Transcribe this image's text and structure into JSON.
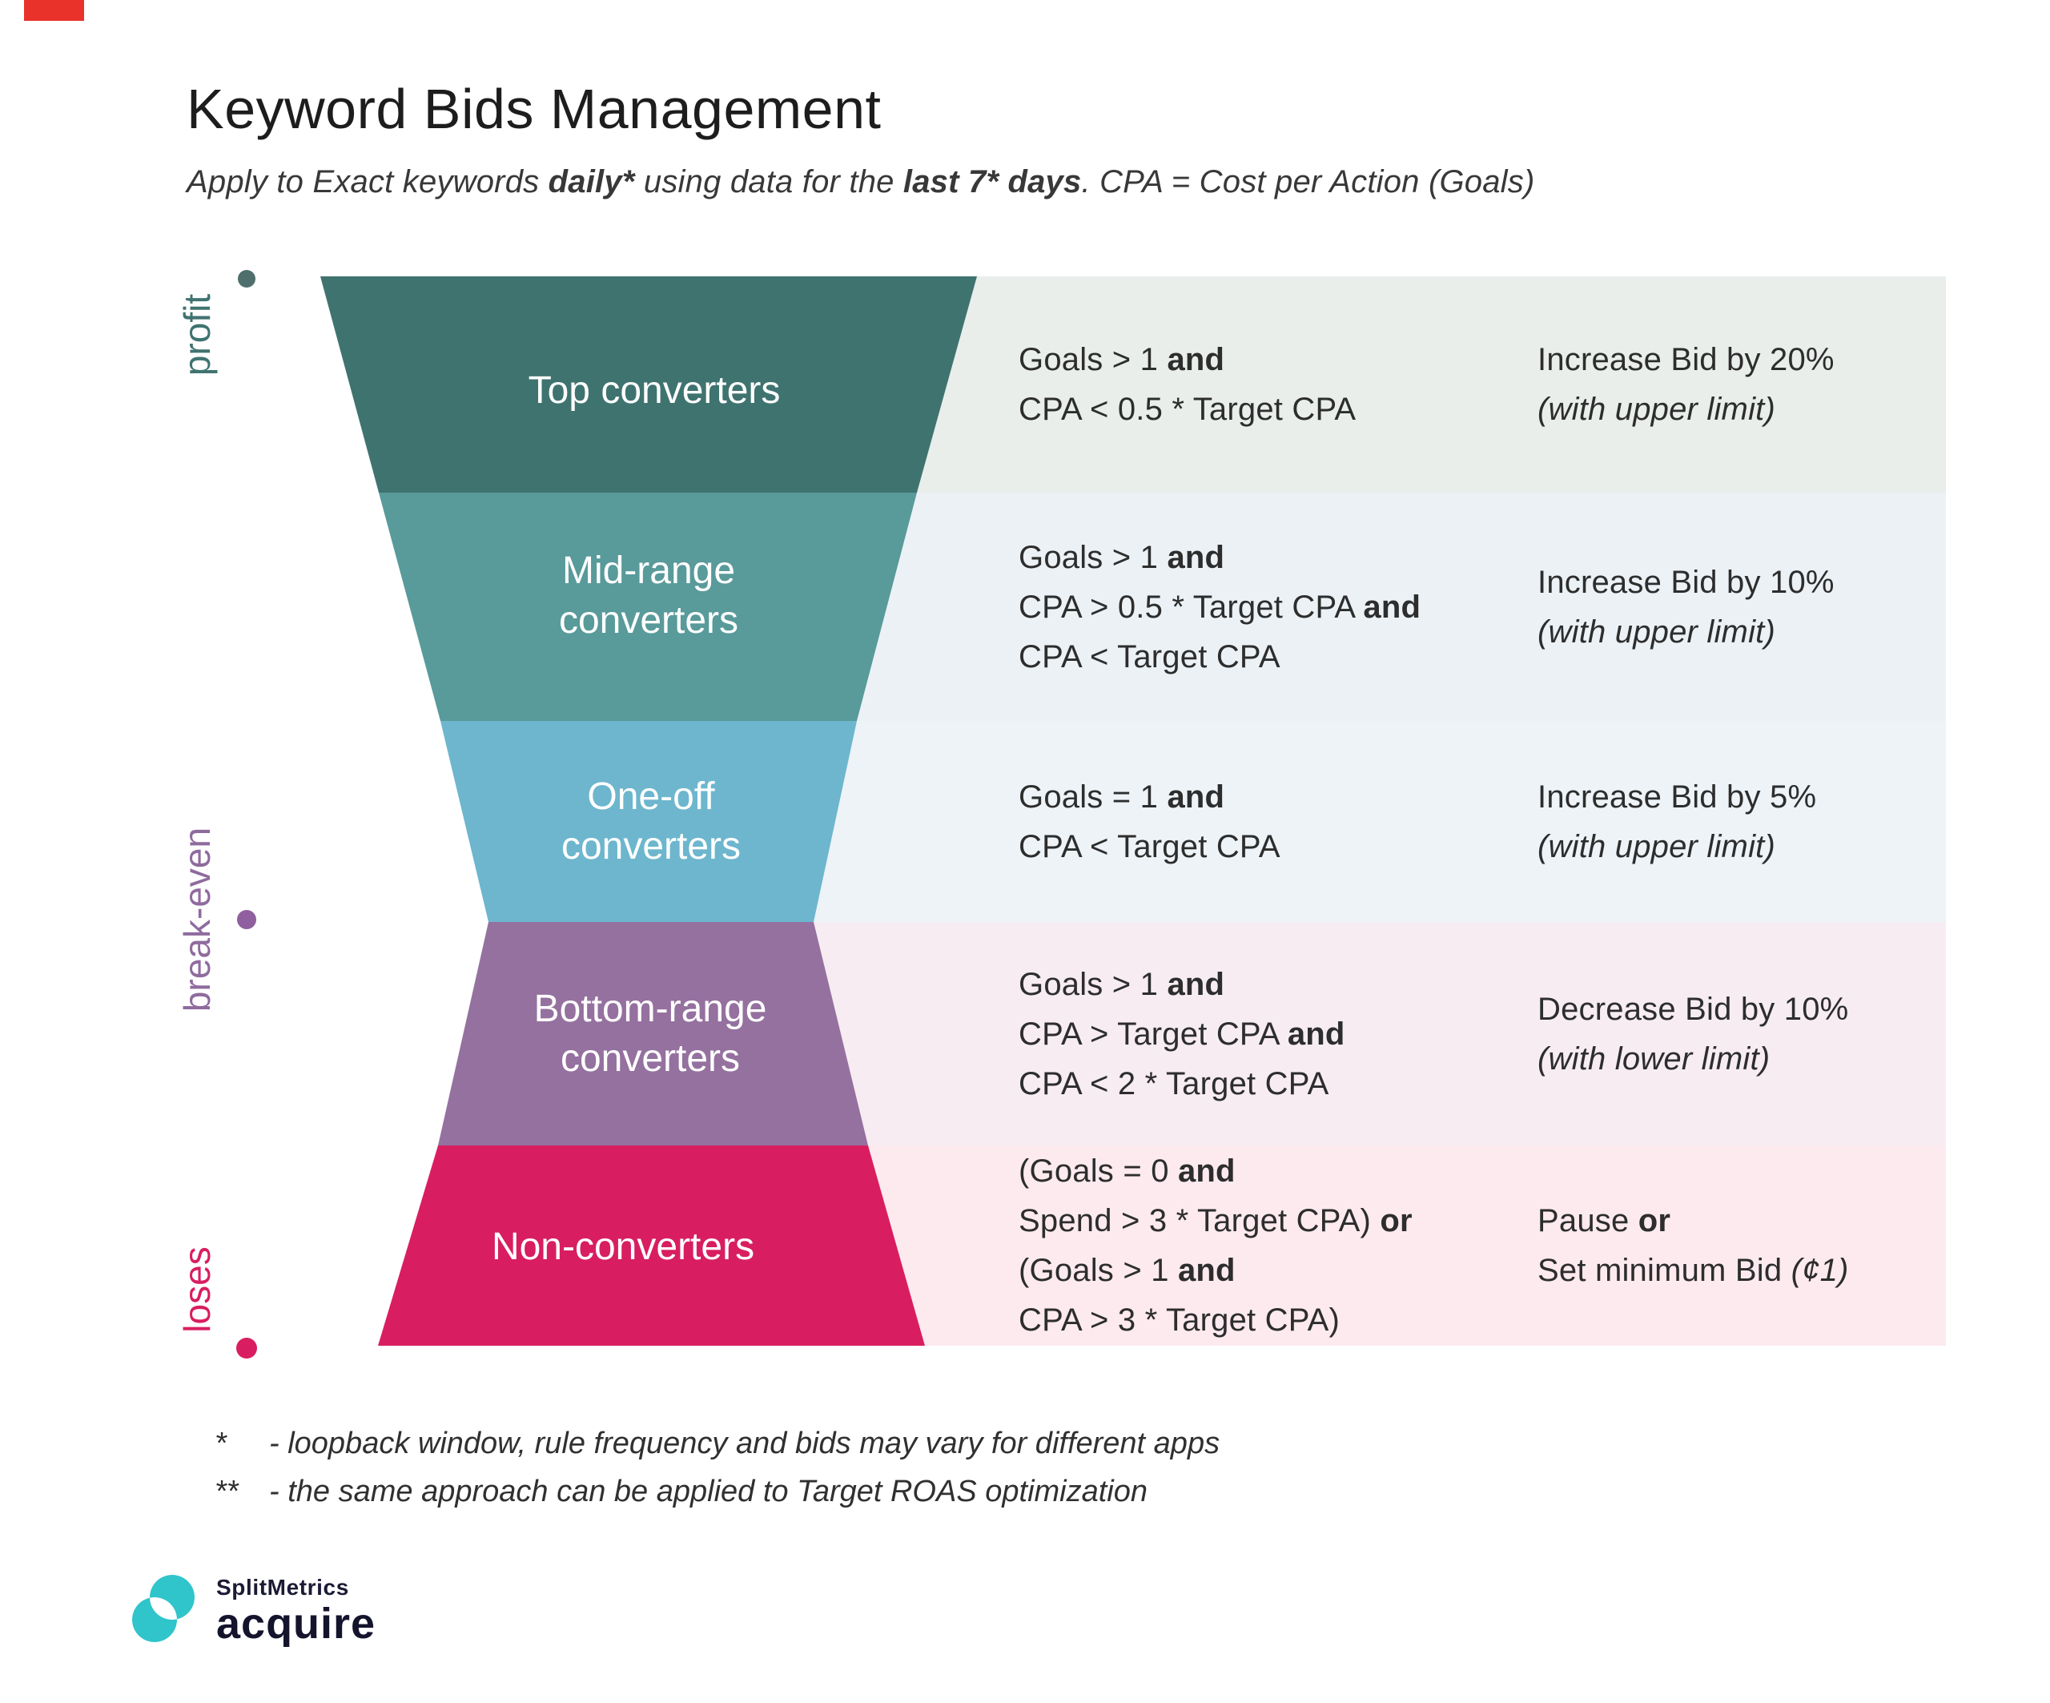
{
  "page": {
    "corner_mark_color": "#e8322a",
    "background": "#ffffff"
  },
  "header": {
    "title": "Keyword Bids Management",
    "subtitle_segments": [
      {
        "t": "Apply to Exact keywords ",
        "f": "n"
      },
      {
        "t": "daily*",
        "f": "b"
      },
      {
        "t": " using data for the ",
        "f": "n"
      },
      {
        "t": "last 7* days",
        "f": "b"
      },
      {
        "t": ". CPA = Cost per Action (Goals)",
        "f": "n"
      }
    ]
  },
  "axis": {
    "gradient": [
      "#477470",
      "#6fb0c8",
      "#8f6b9e",
      "#d81e60"
    ],
    "dots": {
      "top": "#4e6f6e",
      "mid": "#8f5f9f",
      "bottom": "#d81e60"
    },
    "labels": [
      {
        "text": "profit",
        "color": "#3f7370"
      },
      {
        "text": "break-even",
        "color": "#8f6b9e"
      },
      {
        "text": "loses",
        "color": "#d81e60"
      }
    ]
  },
  "funnel": {
    "label_color": "#ffffff",
    "rows": [
      {
        "name": "top-converters",
        "label_lines": [
          "Top converters"
        ],
        "fill": "#3f7370",
        "band_fill": "#e9eeeb",
        "conditions": [
          [
            {
              "t": "Goals > 1 ",
              "f": "n"
            },
            {
              "t": "and",
              "f": "b"
            }
          ],
          [
            {
              "t": "CPA < 0.5 * Target CPA",
              "f": "n"
            }
          ]
        ],
        "actions": [
          [
            {
              "t": "Increase Bid by 20%",
              "f": "n"
            }
          ],
          [
            {
              "t": "(with upper limit)",
              "f": "i"
            }
          ]
        ]
      },
      {
        "name": "mid-range-converters",
        "label_lines": [
          "Mid-range",
          "converters"
        ],
        "fill": "#599a9a",
        "band_fill": "#ebf1f5",
        "conditions": [
          [
            {
              "t": "Goals > 1 ",
              "f": "n"
            },
            {
              "t": "and",
              "f": "b"
            }
          ],
          [
            {
              "t": "CPA > 0.5 * Target CPA ",
              "f": "n"
            },
            {
              "t": "and",
              "f": "b"
            }
          ],
          [
            {
              "t": "CPA < Target CPA",
              "f": "n"
            }
          ]
        ],
        "actions": [
          [
            {
              "t": "Increase Bid by 10%",
              "f": "n"
            }
          ],
          [
            {
              "t": "(with upper limit)",
              "f": "i"
            }
          ]
        ]
      },
      {
        "name": "one-off-converters",
        "label_lines": [
          "One-off",
          "converters"
        ],
        "fill": "#6db6ce",
        "band_fill": "#edf3f7",
        "conditions": [
          [
            {
              "t": "Goals = 1 ",
              "f": "n"
            },
            {
              "t": "and",
              "f": "b"
            }
          ],
          [
            {
              "t": "CPA < Target CPA",
              "f": "n"
            }
          ]
        ],
        "actions": [
          [
            {
              "t": "Increase Bid by 5%",
              "f": "n"
            }
          ],
          [
            {
              "t": "(with upper limit)",
              "f": "i"
            }
          ]
        ]
      },
      {
        "name": "bottom-range-converters",
        "label_lines": [
          "Bottom-range",
          "converters"
        ],
        "fill": "#95719f",
        "band_fill": "#f6ecf2",
        "conditions": [
          [
            {
              "t": "Goals > 1 ",
              "f": "n"
            },
            {
              "t": "and",
              "f": "b"
            }
          ],
          [
            {
              "t": "CPA > Target CPA ",
              "f": "n"
            },
            {
              "t": "and",
              "f": "b"
            }
          ],
          [
            {
              "t": "CPA < 2 * Target CPA",
              "f": "n"
            }
          ]
        ],
        "actions": [
          [
            {
              "t": "Decrease Bid by 10%",
              "f": "n"
            }
          ],
          [
            {
              "t": "(with lower limit)",
              "f": "i"
            }
          ]
        ]
      },
      {
        "name": "non-converters",
        "label_lines": [
          "Non-converters"
        ],
        "fill": "#d81e60",
        "band_fill": "#fceaef",
        "conditions": [
          [
            {
              "t": "(Goals = 0 ",
              "f": "n"
            },
            {
              "t": "and",
              "f": "b"
            }
          ],
          [
            {
              "t": "Spend > 3 * Target CPA) ",
              "f": "n"
            },
            {
              "t": "or",
              "f": "b"
            }
          ],
          [
            {
              "t": "(Goals > 1 ",
              "f": "n"
            },
            {
              "t": "and",
              "f": "b"
            }
          ],
          [
            {
              "t": "CPA > 3 * Target CPA)",
              "f": "n"
            }
          ]
        ],
        "actions": [
          [
            {
              "t": "Pause ",
              "f": "n"
            },
            {
              "t": "or",
              "f": "b"
            }
          ],
          [
            {
              "t": "Set minimum Bid ",
              "f": "n"
            },
            {
              "t": "(¢1)",
              "f": "i"
            }
          ]
        ]
      }
    ]
  },
  "footnotes": [
    {
      "marker": "*",
      "text": "- loopback window, rule frequency and bids may vary for different apps"
    },
    {
      "marker": "**",
      "text": "- the same approach can be applied to Target ROAS optimization"
    }
  ],
  "logo": {
    "brand": "SplitMetrics",
    "product": "acquire",
    "mark_color": "#2fc5cb"
  }
}
